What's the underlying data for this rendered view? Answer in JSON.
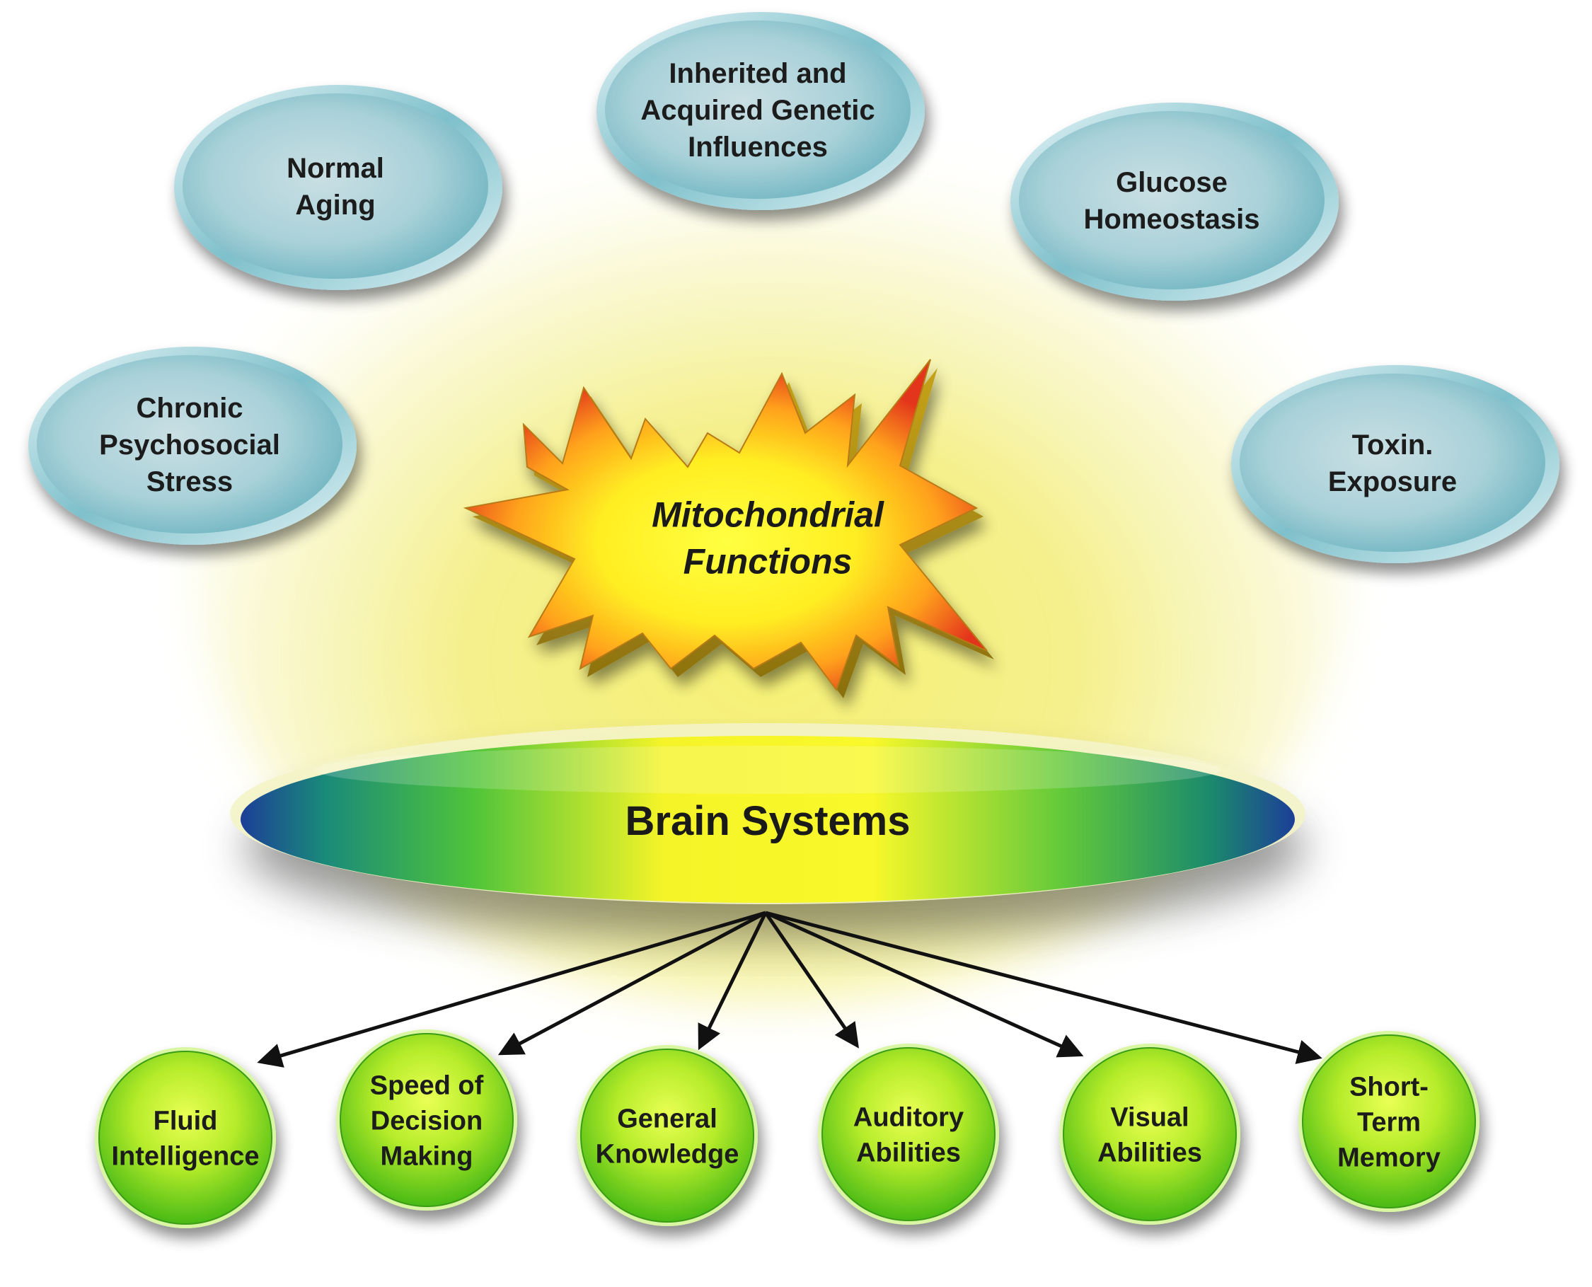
{
  "colors": {
    "background": "#ffffff",
    "glow": "#f4ef7a",
    "influence_fill": "#9fcfd8",
    "influence_edge": "#5aa6b3",
    "star_center": "#ffff33",
    "star_edge": "#e8401a",
    "brain_center": "#ffff22",
    "brain_edge": "#1a3f9a",
    "ability_fill": "#8ad81a",
    "ability_center": "#e8ff50",
    "arrow": "#111111",
    "text": "#1a1a1a"
  },
  "influences": [
    {
      "name": "chronic-psychosocial-stress",
      "lines": [
        "Chronic",
        "Psychosocial",
        "Stress"
      ]
    },
    {
      "name": "normal-aging",
      "lines": [
        "Normal",
        "Aging"
      ]
    },
    {
      "name": "genetic-influences",
      "lines": [
        "Inherited and",
        "Acquired Genetic",
        "Influences"
      ]
    },
    {
      "name": "glucose-homeostasis",
      "lines": [
        "Glucose",
        "Homeostasis"
      ]
    },
    {
      "name": "toxin-exposure",
      "lines": [
        "Toxin.",
        "Exposure"
      ]
    }
  ],
  "center": {
    "lines": [
      "Mitochondrial",
      "Functions"
    ]
  },
  "brain_systems": {
    "label": "Brain Systems"
  },
  "abilities": [
    {
      "name": "fluid-intelligence",
      "lines": [
        "Fluid",
        "Intelligence"
      ]
    },
    {
      "name": "speed-of-decision-making",
      "lines": [
        "Speed of",
        "Decision",
        "Making"
      ]
    },
    {
      "name": "general-knowledge",
      "lines": [
        "General",
        "Knowledge"
      ]
    },
    {
      "name": "auditory-abilities",
      "lines": [
        "Auditory",
        "Abilities"
      ]
    },
    {
      "name": "visual-abilities",
      "lines": [
        "Visual",
        "Abilities"
      ]
    },
    {
      "name": "short-term-memory",
      "lines": [
        "Short-",
        "Term",
        "Memory"
      ]
    }
  ]
}
